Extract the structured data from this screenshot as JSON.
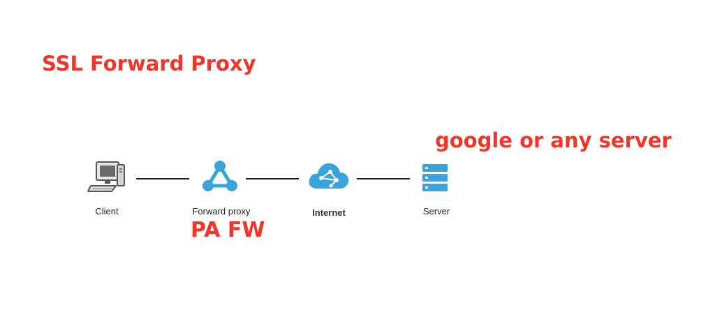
{
  "title": "SSL Forward Proxy",
  "server_note": "google or any server",
  "proxy_note": "PA FW",
  "nodes": [
    {
      "label": "Client",
      "icon": "desktop-computer-icon"
    },
    {
      "label": "Forward proxy",
      "icon": "network-node-icon"
    },
    {
      "label": "Internet",
      "icon": "cloud-icon"
    },
    {
      "label": "Server",
      "icon": "server-stack-icon"
    }
  ],
  "colors": {
    "accent_text": "#f0362a",
    "icon_blue": "#3aa3dc",
    "connector": "#1a1a1a"
  }
}
